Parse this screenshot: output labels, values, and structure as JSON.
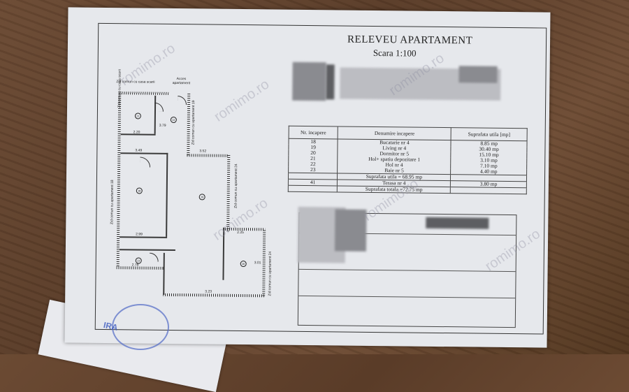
{
  "document": {
    "title": "RELEVEU APARTAMENT",
    "scale": "Scara 1:100"
  },
  "table": {
    "headers": [
      "Nr. incapere",
      "Denumire incapere",
      "Suprafata utila [mp]"
    ],
    "rows": [
      {
        "nr": "18",
        "name": "Bucatarie nr 4",
        "area": "8.85 mp"
      },
      {
        "nr": "19",
        "name": "Living nr 4",
        "area": "30.40 mp"
      },
      {
        "nr": "20",
        "name": "Dormitor nr 5",
        "area": "15.10 mp"
      },
      {
        "nr": "21",
        "name": "Hol+ spatiu depozitare 1",
        "area": "3.10 mp"
      },
      {
        "nr": "22",
        "name": "Hol nr 4",
        "area": "7.10 mp"
      },
      {
        "nr": "23",
        "name": "Baie nr 5",
        "area": "4.40 mp"
      }
    ],
    "useful_total": "Suprafata utila = 68.95 mp",
    "terrace": {
      "nr": "41",
      "name": "Terasa nr 4",
      "area": "3.80 mp"
    },
    "grand_total": "Suprafata totala =72.75 mp"
  },
  "plan": {
    "label_top": "Zid comun cu casa scarii",
    "label_access": "Acces apartament",
    "label_left": "Zid comun cu apartament 18",
    "label_mid": "Zid comun cu apartament 19",
    "label_right_mid": "Zid comun cu apartament 24",
    "label_right": "Zid comun cu apartament 24",
    "dims": [
      "2.20",
      "3.49",
      "3.79",
      "3.52",
      "2.99",
      "2.25",
      "2.78",
      "3.23",
      "3.01"
    ],
    "room_numbers": [
      "21",
      "22",
      "18",
      "19",
      "20",
      "23"
    ]
  },
  "watermark": "romimo.ro",
  "stamp_text": "IRA"
}
